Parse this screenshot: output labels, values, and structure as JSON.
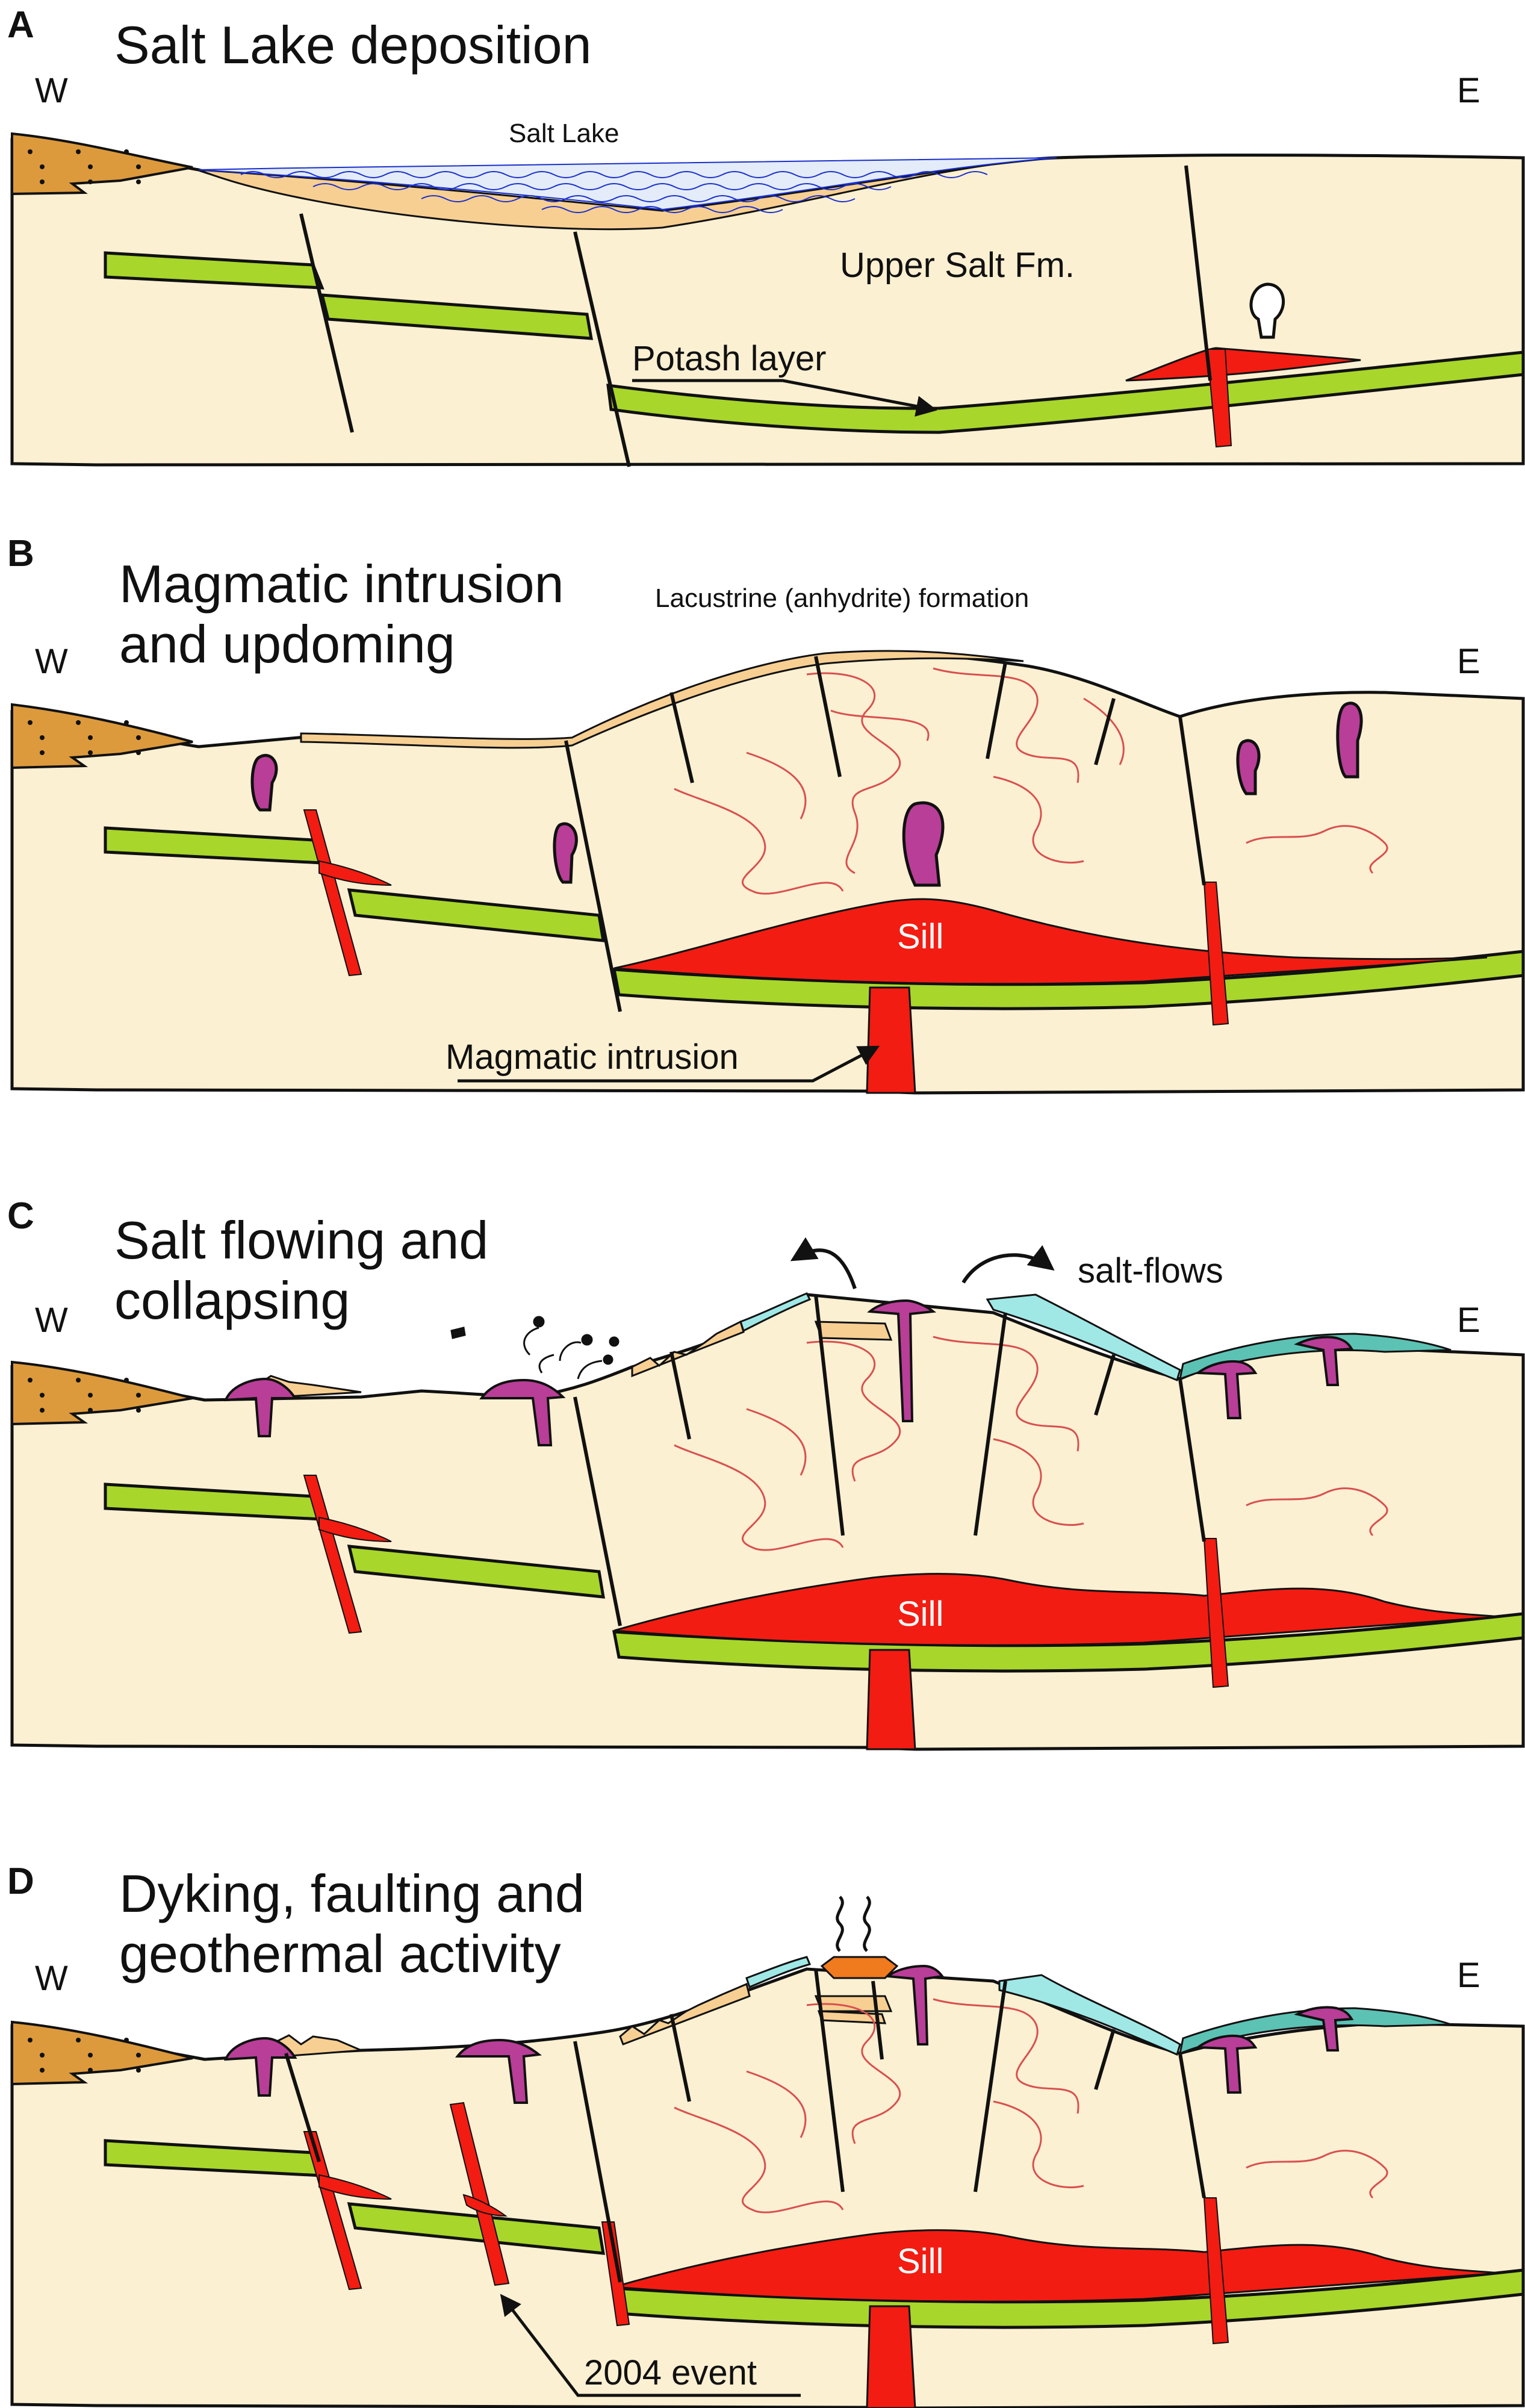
{
  "panels": [
    {
      "letter": "A",
      "title_lines": [
        "Salt Lake deposition"
      ],
      "west": "W",
      "east": "E",
      "labels": {
        "salt_lake": "Salt Lake",
        "upper_salt": "Upper Salt Fm.",
        "potash": "Potash layer"
      }
    },
    {
      "letter": "B",
      "title_lines": [
        "Magmatic intrusion",
        "and updoming"
      ],
      "west": "W",
      "east": "E",
      "labels": {
        "lacustrine": "Lacustrine (anhydrite) formation",
        "sill": "Sill",
        "magmatic_intrusion": "Magmatic intrusion"
      }
    },
    {
      "letter": "C",
      "title_lines": [
        "Salt flowing and",
        "collapsing"
      ],
      "west": "W",
      "east": "E",
      "labels": {
        "salt_flows": "salt-flows",
        "sill": "Sill"
      }
    },
    {
      "letter": "D",
      "title_lines": [
        "Dyking, faulting and",
        "geothermal activity"
      ],
      "west": "W",
      "east": "E",
      "labels": {
        "sill": "Sill",
        "event_2004": "2004 event"
      }
    }
  ],
  "colors": {
    "salt": "#FCF0D2",
    "lake_sediment": "#F7CF92",
    "lake_water": "#E3ECF8",
    "potash": "#A8D62A",
    "magma": "#F21C12",
    "diapir": "#B83E97",
    "salt_flow": "#9FE8E6",
    "salt_flow_dark": "#5CC2B4",
    "clastic_wedge": "#DC9A3C",
    "hydrothermal": "#F07A1E",
    "deformation_lines": "#D85050",
    "outline": "#111111"
  }
}
